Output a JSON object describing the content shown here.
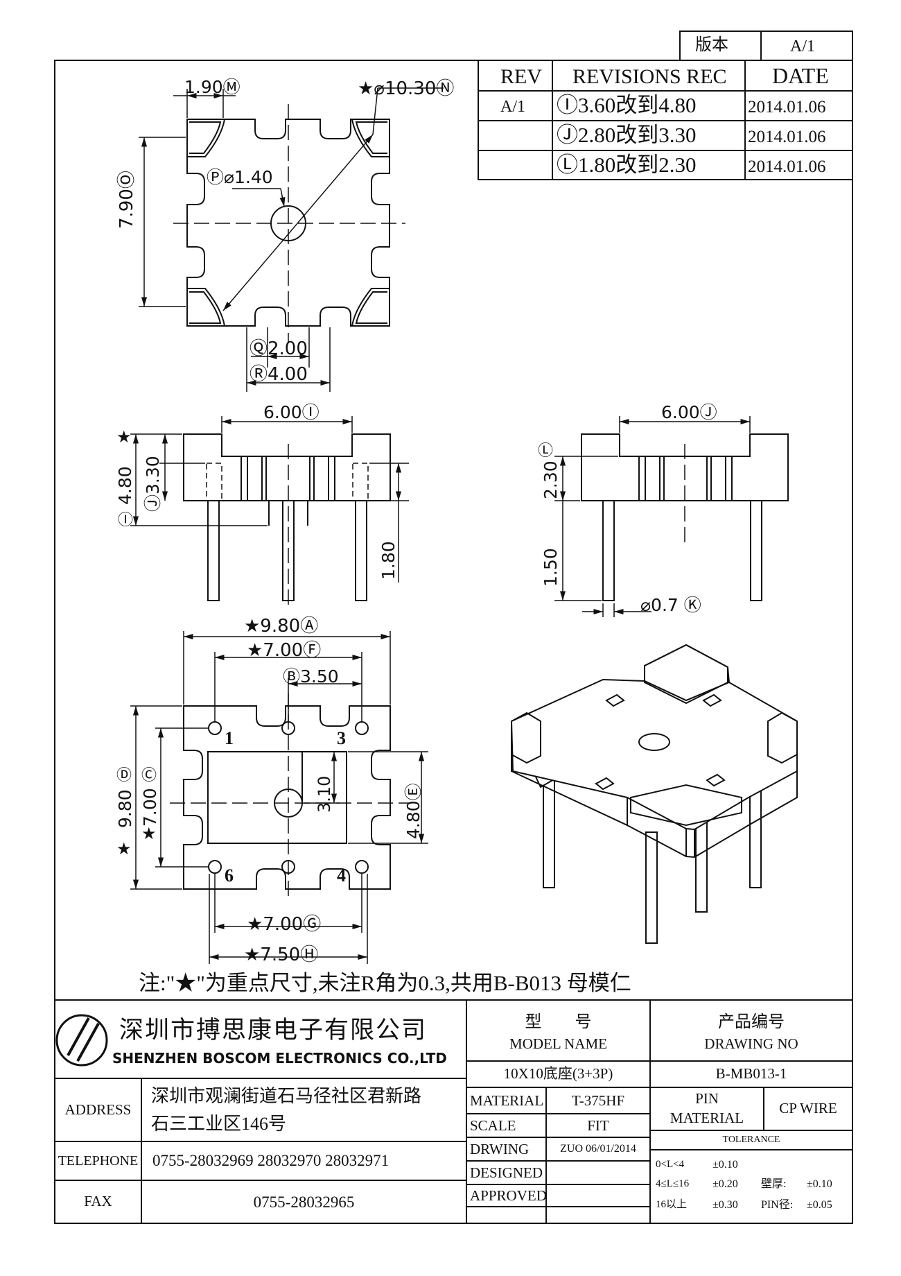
{
  "header": {
    "version_label": "版本",
    "version_value": "A/1"
  },
  "revisions": {
    "headers": [
      "REV",
      "REVISIONS REC",
      "DATE"
    ],
    "rows": [
      {
        "rev": "A/1",
        "rec": "Ⓘ3.60改到4.80",
        "date": "2014.01.06"
      },
      {
        "rev": "",
        "rec": "Ⓙ2.80改到3.30",
        "date": "2014.01.06"
      },
      {
        "rev": "",
        "rec": "Ⓛ1.80改到2.30",
        "date": "2014.01.06"
      }
    ]
  },
  "dims": {
    "d1": "1.90Ⓜ",
    "d2": "★⌀10.30Ⓝ",
    "d3": "Ⓟ⌀1.40",
    "d4": "7.90Ⓞ",
    "d5": "Ⓠ2.00",
    "d6": "Ⓡ4.00",
    "d7": "6.00Ⓘ",
    "d8": "★",
    "d9": "4.80",
    "d10": "Ⓙ3.30",
    "d11": "Ⓘ",
    "d12": "1.80",
    "d13": "6.00Ⓙ",
    "d14": "Ⓛ",
    "d15": "2.30",
    "d16": "1.50",
    "d17": "⌀0.7 Ⓚ",
    "d18": "★9.80Ⓐ",
    "d19": "★7.00Ⓕ",
    "d20": "Ⓑ3.50",
    "d21": "Ⓓ",
    "d22": "9.80",
    "d23": "★",
    "d24": "Ⓒ",
    "d25": "7.00",
    "d26": "★",
    "d27": "3.10",
    "d28": "4.80Ⓔ",
    "d29": "★7.00Ⓖ",
    "d30": "★7.50Ⓗ",
    "pin1": "1",
    "pin3": "3",
    "pin6": "6",
    "pin4": "4"
  },
  "note": "注:\"★\"为重点尺寸,未注R角为0.3,共用B-B013 母模仁",
  "title_block": {
    "company_cn": "深圳市搏思康电子有限公司",
    "company_en": "SHENZHEN BOSCOM ELECTRONICS CO.,LTD",
    "model_label_cn": "型　　号",
    "model_label_en": "MODEL NAME",
    "drawing_label_cn": "产品编号",
    "drawing_label_en": "DRAWING NO",
    "model_value": "10X10底座(3+3P)",
    "drawing_value": "B-MB013-1",
    "address_label": "ADDRESS",
    "address_line1": "深圳市观澜街道石马径社区君新路",
    "address_line2": "石三工业区146号",
    "telephone_label": "TELEPHONE",
    "telephone_value": "0755-28032969 28032970 28032971",
    "fax_label": "FAX",
    "fax_value": "0755-28032965",
    "material_label": "MATERIAL",
    "material_value": "T-375HF",
    "scale_label": "SCALE",
    "scale_value": "FIT",
    "drwing_label": "DRWING",
    "drwing_value": "ZUO 06/01/2014",
    "designed_label": "DESIGNED",
    "approved_label": "APPROVED",
    "pin_material_line1": "PIN",
    "pin_material_line2": "MATERIAL",
    "pin_material_value": "CP WIRE",
    "tolerance_label": "TOLERANCE",
    "tol_row1_range": "0<L<4",
    "tol_row1_value": "±0.10",
    "tol_row2_range": "4≤L≤16",
    "tol_row2_value": "±0.20",
    "tol_row3_range": "16以上",
    "tol_row3_value": "±0.30",
    "wall_label": "壁厚:",
    "wall_value": "±0.10",
    "pindia_label": "PIN径:",
    "pindia_value": "±0.05"
  }
}
